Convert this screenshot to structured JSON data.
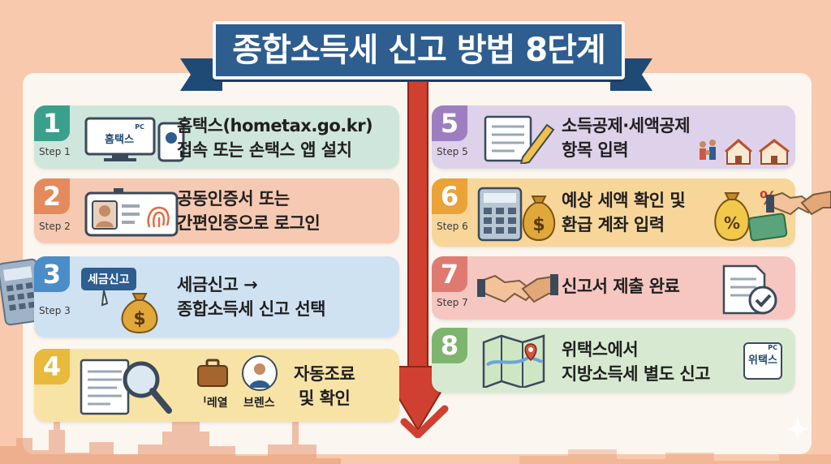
{
  "title": "종합소득세 신고 방법 8단계",
  "colors": {
    "background": "#f8c9ac",
    "banner": "#2e5d8f",
    "arrow": "#cf4030"
  },
  "steps": [
    {
      "num": "1",
      "step_label": "Step 1",
      "line1": "홈택스(hometax.go.kr)",
      "line2": "접속 또는 손택스 앱 설치",
      "icon": "computer-phone-hometax-icon",
      "badge": "홈택스",
      "badge_sup": "PC",
      "bg": "#cfe6dc",
      "accent": "#3aa08c"
    },
    {
      "num": "2",
      "step_label": "Step 2",
      "line1": "공동인증서 또는",
      "line2": "간편인증으로 로그인",
      "icon": "id-card-fingerprint-icon",
      "bg": "#f6c9b2",
      "accent": "#e58a5c"
    },
    {
      "num": "3",
      "step_label": "Step 3",
      "line1": "세금신고 →",
      "line2": "종합소득세 신고 선택",
      "icon": "tax-report-button-icon",
      "badge": "세금신고",
      "bg": "#cfe2f2",
      "accent": "#4a8dc8"
    },
    {
      "num": "4",
      "step_label": "",
      "line1": "자동조료",
      "line2": "및 확인",
      "icon": "document-magnifier-icon",
      "sub1": "ᅵ레열",
      "sub2": "브렌스",
      "bg": "#f8e3a6",
      "accent": "#e9b93c"
    },
    {
      "num": "5",
      "step_label": "Step 5",
      "line1": "소득공제·세액공제",
      "line2": "항목 입력",
      "icon": "document-pen-icon",
      "bg": "#ddd2ea",
      "accent": "#9d7fc1"
    },
    {
      "num": "6",
      "step_label": "Step 6",
      "line1": "예상 세액 확인 및",
      "line2": "환급 계좌 입력",
      "icon": "calculator-moneybag-icon",
      "bg": "#f8d69a",
      "accent": "#eba236"
    },
    {
      "num": "7",
      "step_label": "Step 7",
      "line1": "신고서 제출 완료",
      "line2": "",
      "icon": "handshake-icon",
      "bg": "#f6c6c1",
      "accent": "#e07a70"
    },
    {
      "num": "8",
      "step_label": "",
      "line1": "위택스에서",
      "line2": "지방소득세 별도 신고",
      "icon": "map-pin-icon",
      "badge": "위택스",
      "badge_sup": "PC",
      "bg": "#d7ead1",
      "accent": "#7eb56e"
    }
  ]
}
